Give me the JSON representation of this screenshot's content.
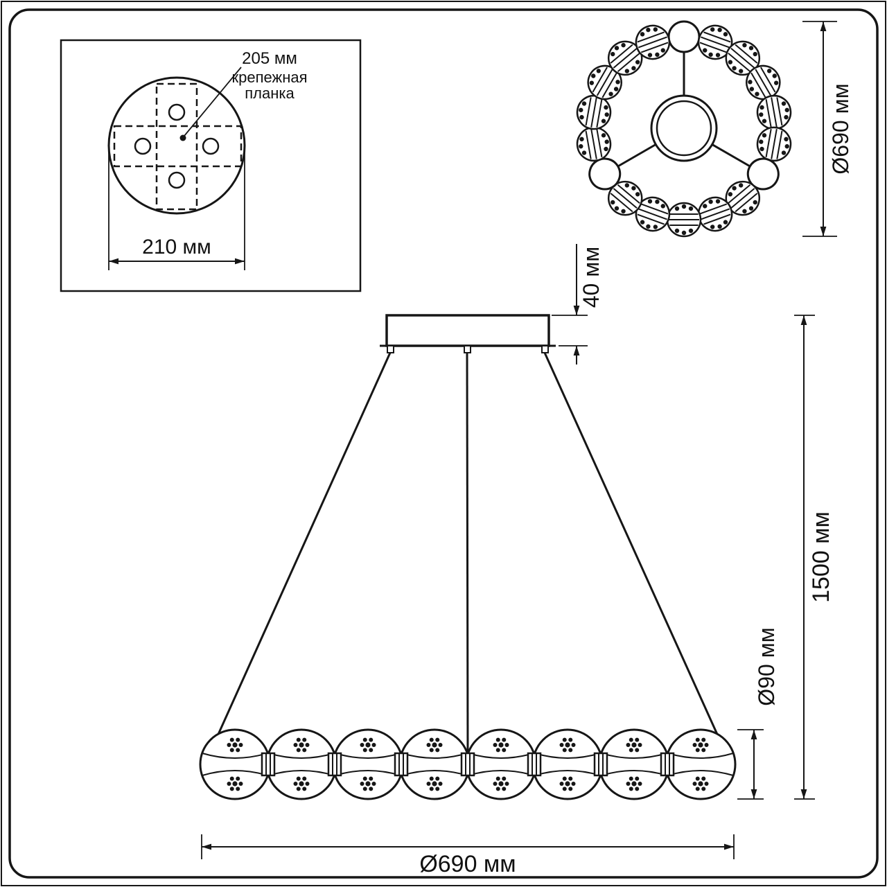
{
  "inset": {
    "bracket_length": "205 мм",
    "bracket_label_line1": "крепежная",
    "bracket_label_line2": "планка",
    "plate_diameter": "210 мм"
  },
  "top_view": {
    "ring_diameter": "Ø690 мм"
  },
  "front_view": {
    "canopy_height": "40 мм",
    "suspension_height": "1500 мм",
    "sphere_diameter": "Ø90 мм",
    "fixture_width": "Ø690 мм"
  }
}
